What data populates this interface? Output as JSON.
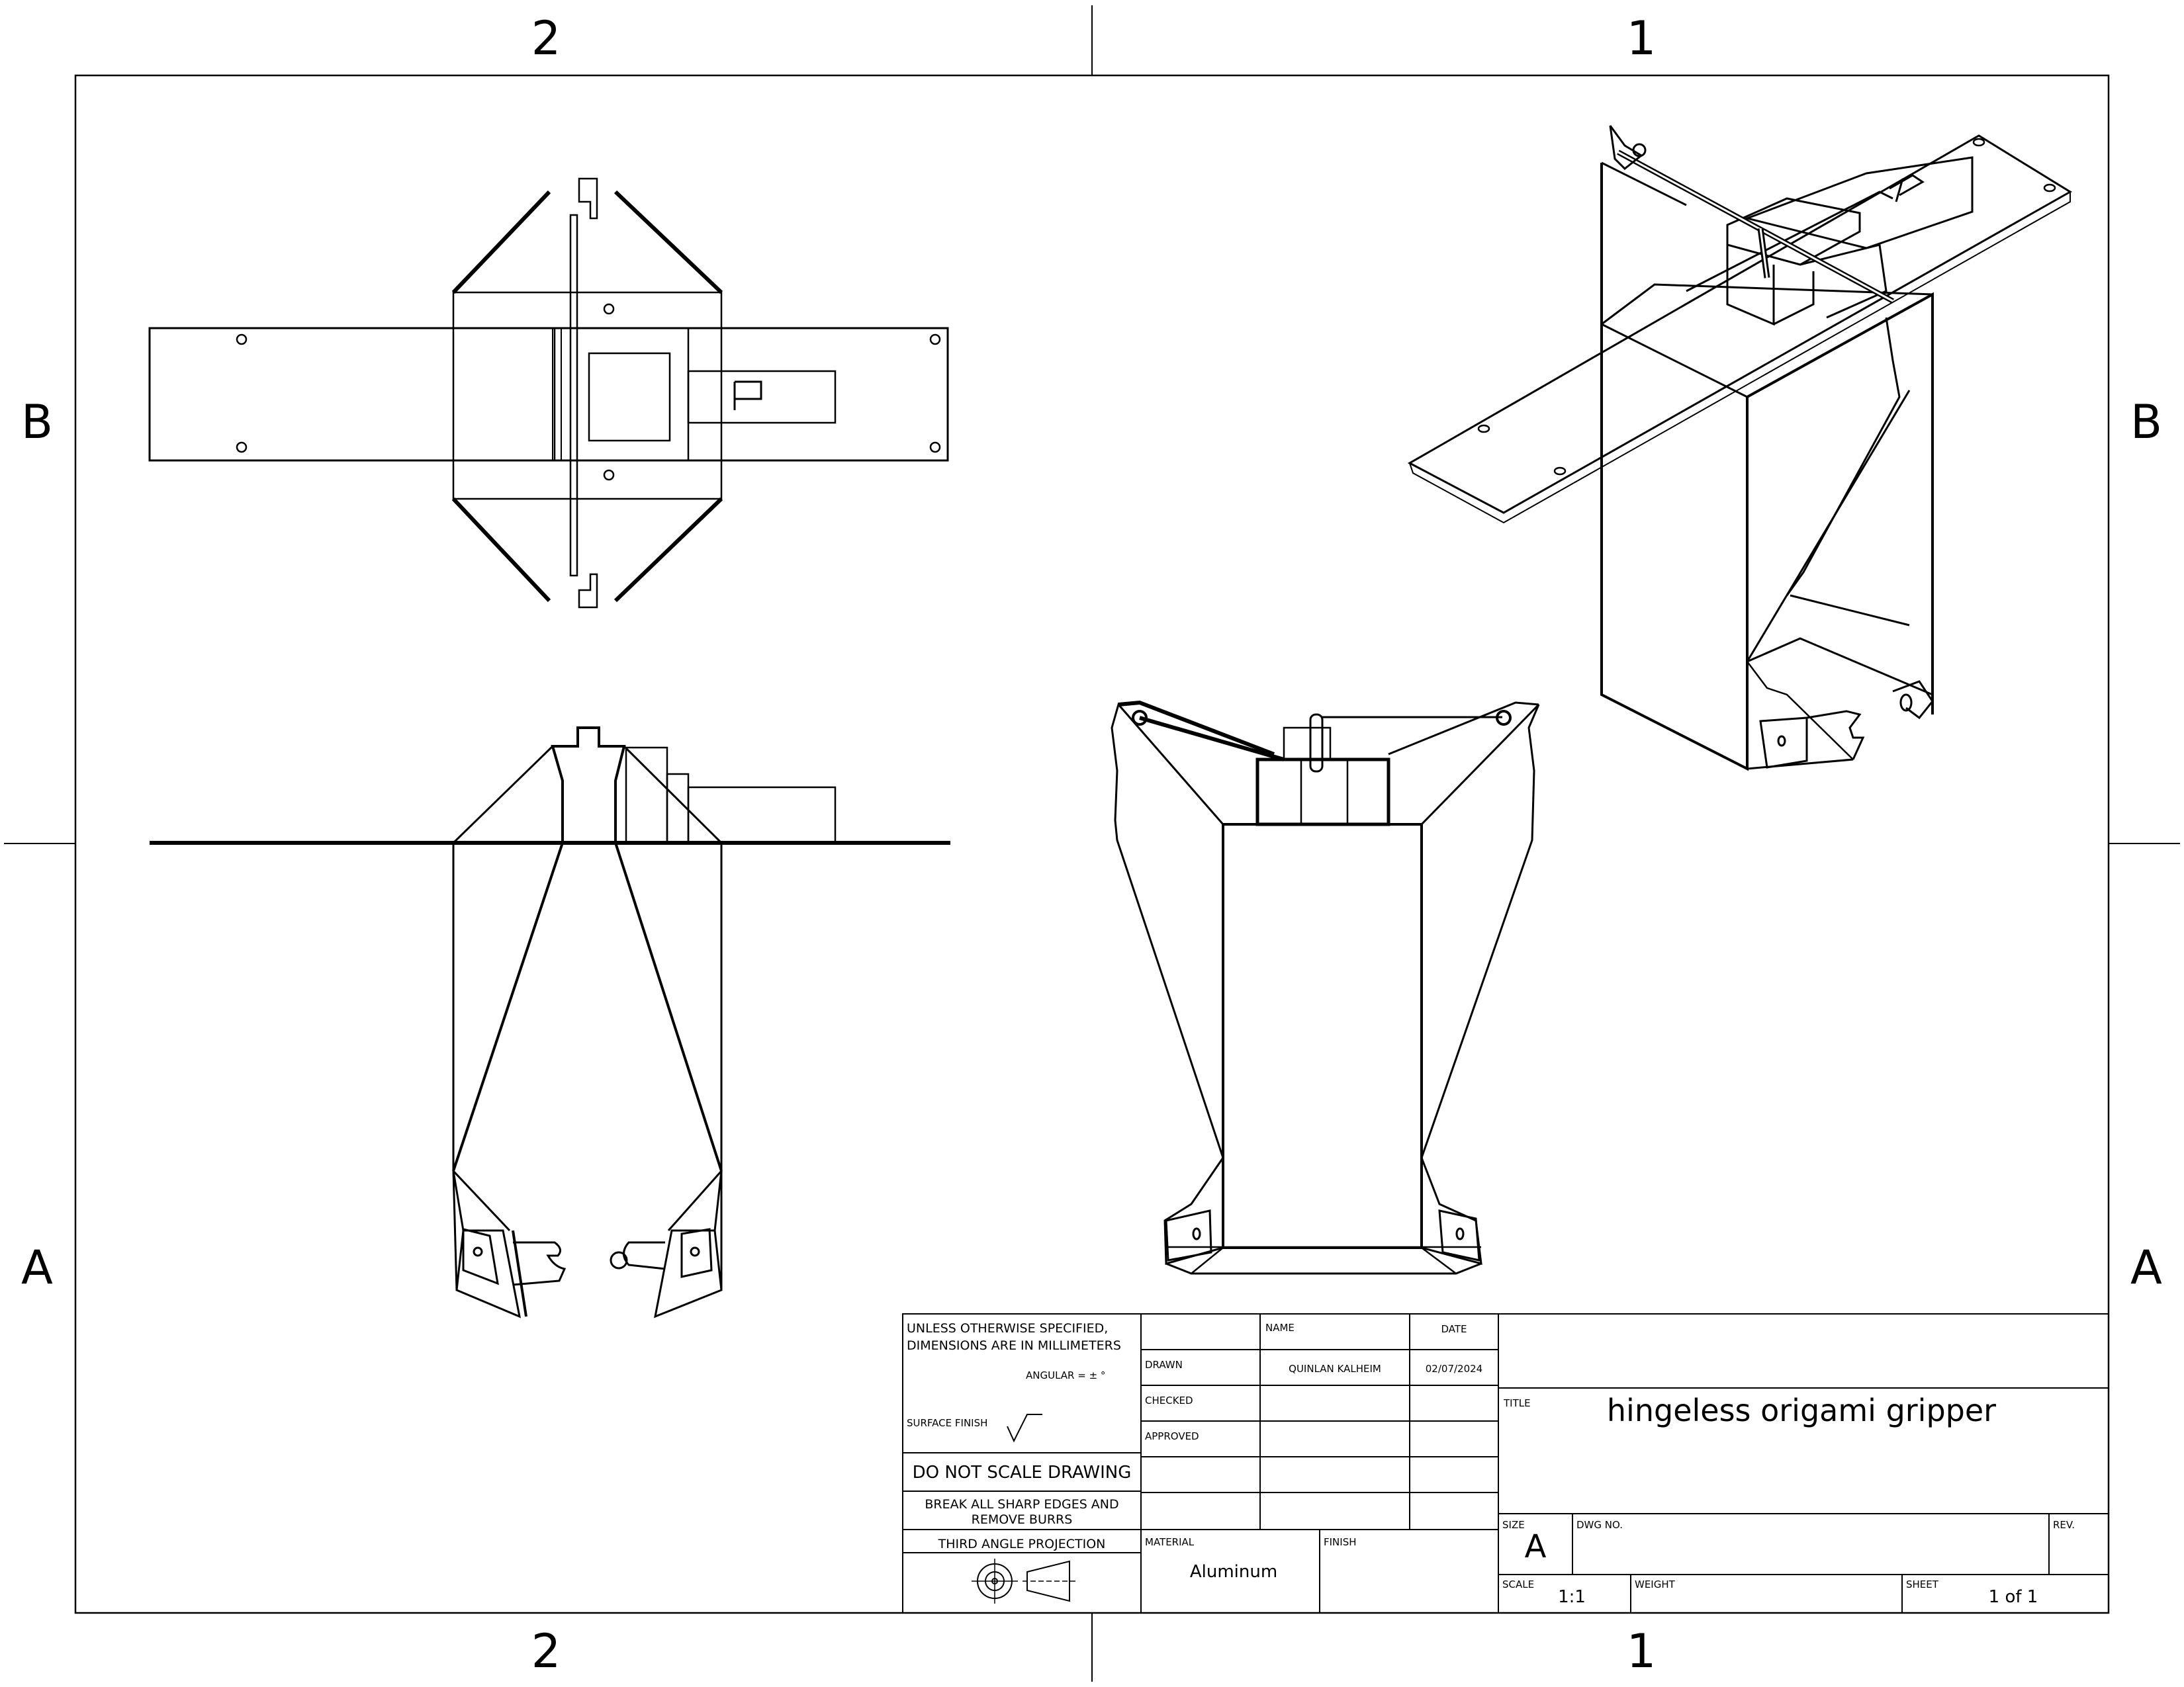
{
  "zones": {
    "top": [
      "2",
      "1"
    ],
    "bottom": [
      "2",
      "1"
    ],
    "left": [
      "B",
      "A"
    ],
    "right": [
      "B",
      "A"
    ]
  },
  "title_block": {
    "tolerance_note_line1": "UNLESS OTHERWISE SPECIFIED,",
    "tolerance_note_line2": "DIMENSIONS ARE IN MILLIMETERS",
    "angular": "ANGULAR = ± °",
    "surface_finish": "SURFACE FINISH",
    "do_not_scale": "DO NOT SCALE DRAWING",
    "break_edges_line1": "BREAK ALL SHARP EDGES AND",
    "break_edges_line2": "REMOVE BURRS",
    "projection": "THIRD ANGLE PROJECTION",
    "name_header": "NAME",
    "date_header": "DATE",
    "rows": [
      {
        "label": "DRAWN",
        "name": "QUINLAN KALHEIM",
        "date": "02/07/2024"
      },
      {
        "label": "CHECKED",
        "name": "",
        "date": ""
      },
      {
        "label": "APPROVED",
        "name": "",
        "date": ""
      }
    ],
    "material_label": "MATERIAL",
    "material": "Aluminum",
    "finish_label": "FINISH",
    "title_label": "TITLE",
    "title": "hingeless origami gripper",
    "size_label": "SIZE",
    "size": "A",
    "dwg_no_label": "DWG NO.",
    "rev_label": "REV.",
    "scale_label": "SCALE",
    "scale": "1:1",
    "weight_label": "WEIGHT",
    "sheet_label": "SHEET",
    "sheet": "1 of 1"
  }
}
